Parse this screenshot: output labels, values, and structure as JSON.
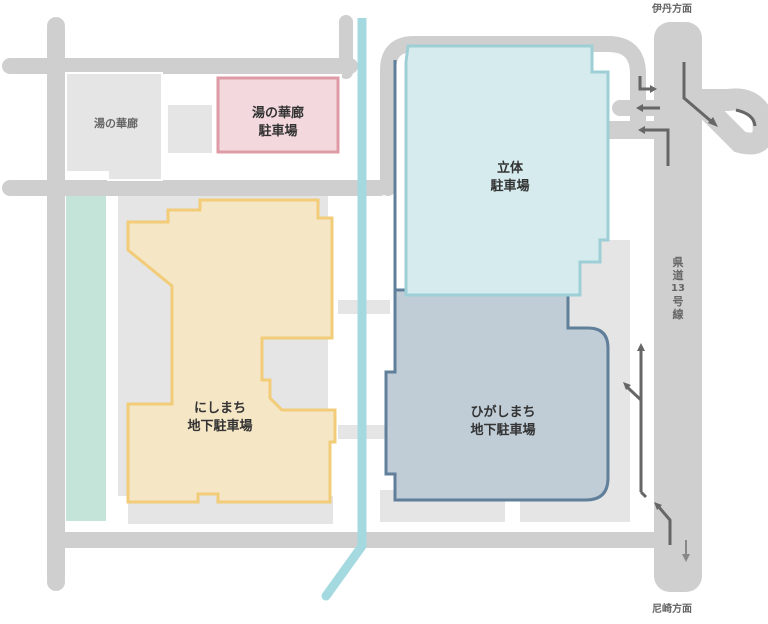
{
  "map": {
    "directions": {
      "north": "伊丹方面",
      "south": "尼崎方面"
    },
    "road_label": {
      "chars": [
        "県",
        "道",
        "13",
        "号",
        "線"
      ],
      "text": "県道13号線"
    },
    "facilities": [
      {
        "id": "yunohana",
        "label": "湯の華廊",
        "type": "building",
        "color": "#e5e5e5"
      },
      {
        "id": "yunohana_parking",
        "label": "湯の華廊\n駐車場",
        "type": "parking",
        "fill": "#f3d9dd",
        "stroke": "#de9aa5"
      },
      {
        "id": "rittai_parking",
        "label": "立体\n駐車場",
        "type": "parking",
        "fill": "#d6ebed",
        "stroke": "#9fcfd6"
      },
      {
        "id": "nishimachi_parking",
        "label": "にしまち\n地下駐車場",
        "type": "parking",
        "fill": "#f5e6c6",
        "stroke": "#f2cc78"
      },
      {
        "id": "higashimachi_parking",
        "label": "ひがしまち\n地下駐車場",
        "type": "parking",
        "fill": "#c0cdd6",
        "stroke": "#5f7f9a"
      }
    ],
    "colors": {
      "road": "#cfcfcf",
      "ground": "#e5e5e5",
      "river": "#a5d9e0",
      "green": "#c4e3d9",
      "arrow": "#666666"
    }
  }
}
